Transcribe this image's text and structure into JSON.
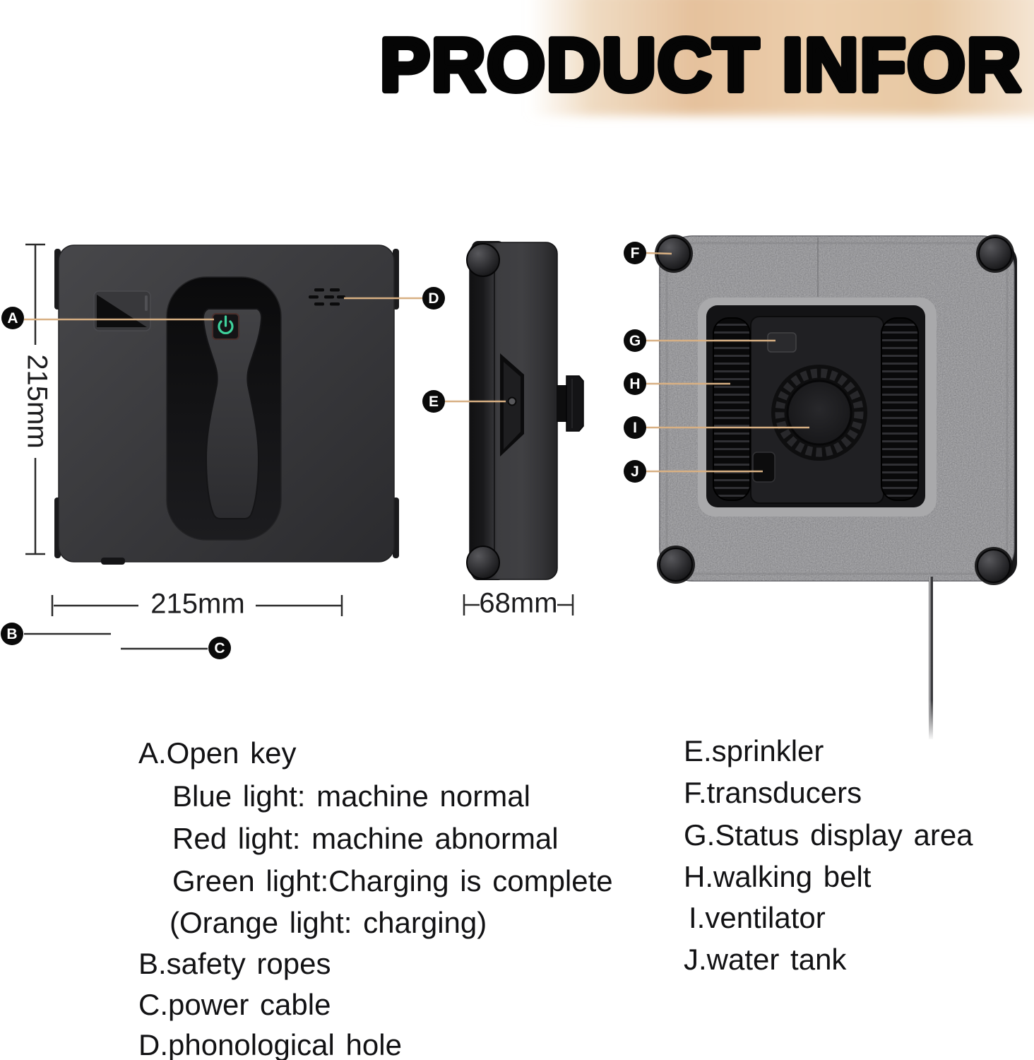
{
  "title": "PRODUCT INFOR",
  "banner_color": "#e7c7a3",
  "accent_line_color": "#d8b083",
  "power_icon_color": "#3fd29c",
  "views": {
    "front": {
      "width_label": "215mm",
      "height_label": "215mm"
    },
    "side": {
      "width_label": "68mm"
    }
  },
  "markers": {
    "a": "A",
    "b": "B",
    "c": "C",
    "d": "D",
    "e": "E",
    "f": "F",
    "g": "G",
    "h": "H",
    "i": "I",
    "j": "J"
  },
  "legend": {
    "left": [
      "A.Open key",
      "Blue light: machine normal",
      "Red light: machine abnormal",
      "Green light:Charging is complete",
      "(Orange light: charging)",
      "B.safety ropes",
      "C.power cable",
      "D.phonological hole"
    ],
    "right": [
      "E.sprinkler",
      "F.transducers",
      "G.Status display area",
      "H.walking belt",
      "I.ventilator",
      "J.water tank"
    ]
  }
}
